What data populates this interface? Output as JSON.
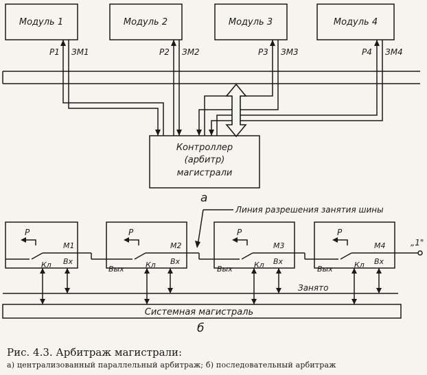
{
  "figure": {
    "modules": [
      "Модуль 1",
      "Модуль 2",
      "Модуль 3",
      "Модуль 4"
    ],
    "request_labels": [
      "P1",
      "P2",
      "P3",
      "P4"
    ],
    "grant_labels": [
      "ЗМ1",
      "ЗМ2",
      "ЗМ3",
      "ЗМ4"
    ],
    "controller": [
      "Контроллер",
      "(арбитр)",
      "магистрали"
    ],
    "label_a": "а",
    "grant_line_label": "Линия разрешения занятия шины",
    "chain_modules": [
      "М1",
      "М2",
      "М3",
      "М4"
    ],
    "p_label": "P",
    "kl_label": "Кл",
    "vx_label": "Вх",
    "vyx_label": "Вых",
    "input_one": "„1\"",
    "busy_label": "Занято",
    "system_bus": "Системная магистраль",
    "label_b": "б"
  },
  "caption": {
    "title": "Рис. 4.3. Арбитраж магистрали:",
    "subtitle": "а) централизованный параллельный арбитраж; б) последовательный арбитраж"
  }
}
